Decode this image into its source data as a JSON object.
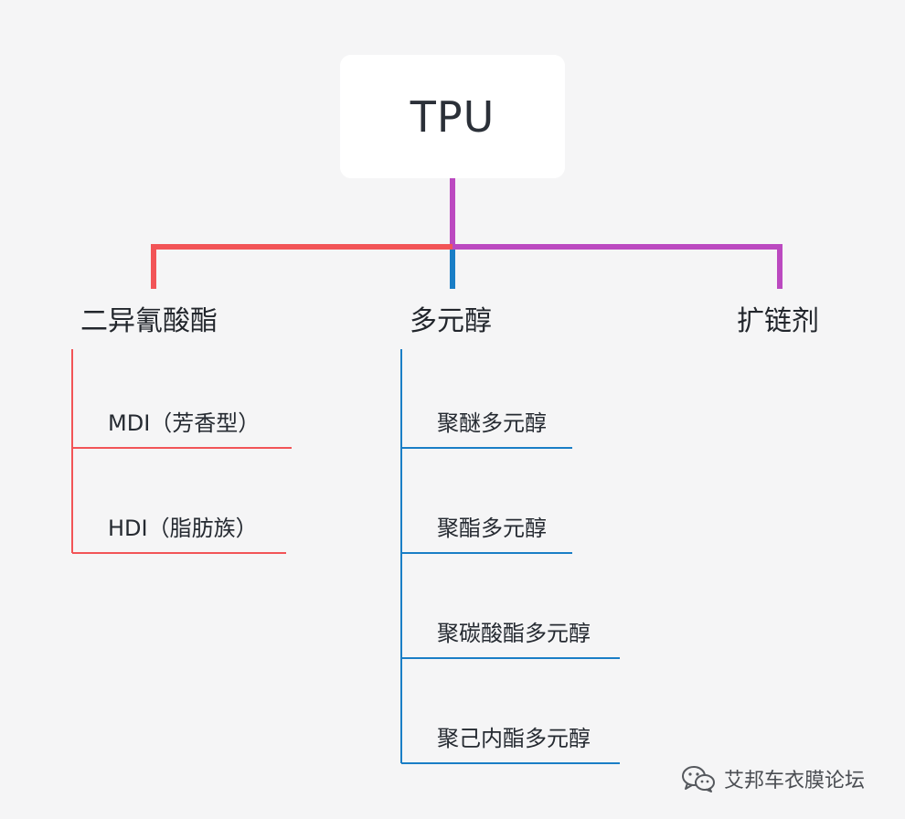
{
  "root": {
    "label": "TPU"
  },
  "branches": [
    {
      "label": "二异氰酸酯",
      "color": "#f25457",
      "children": [
        "MDI（芳香型）",
        "HDI（脂肪族）"
      ]
    },
    {
      "label": "多元醇",
      "color": "#1a7ec6",
      "children": [
        "聚醚多元醇",
        "聚酯多元醇",
        "聚碳酸酯多元醇",
        "聚己内酯多元醇"
      ]
    },
    {
      "label": "扩链剂",
      "color": "#bb49c0",
      "children": []
    }
  ],
  "connector_color": "#bb49c0",
  "watermark": {
    "text": "艾邦车衣膜论坛",
    "icon": "wechat-icon"
  }
}
